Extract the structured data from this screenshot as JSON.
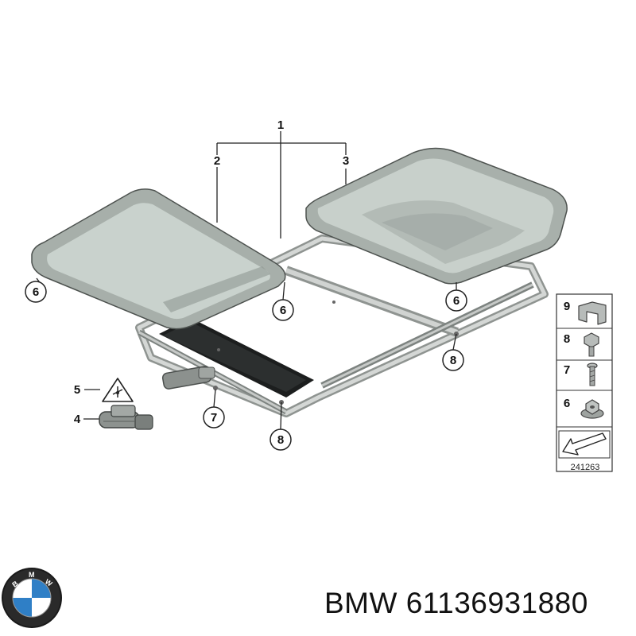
{
  "diagram": {
    "part_labels": {
      "main": "1",
      "front_glass": "2",
      "rear_glass": "3",
      "drive": "4",
      "wiring_warning": "5",
      "p6": "6",
      "p7": "7",
      "p8": "8"
    },
    "legend": {
      "items": [
        "9",
        "8",
        "7",
        "6"
      ],
      "code": "241263"
    }
  },
  "footer": {
    "brand": "BMW",
    "part_number": "61136931880"
  },
  "colors": {
    "glass_fill": "#c9d2cd",
    "glass_frame": "#9aa29e",
    "frame_metal": "#a9aeab",
    "line": "#222222"
  },
  "icons": [
    "bmw-logo-icon",
    "warning-triangle-icon",
    "arrow-icon"
  ]
}
